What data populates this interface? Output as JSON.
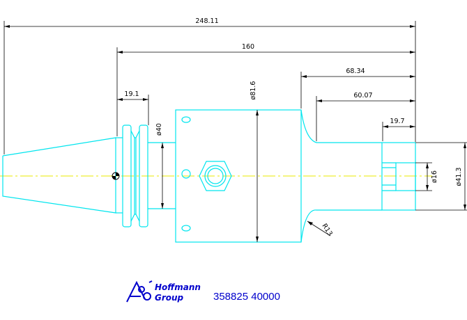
{
  "drawing": {
    "colors": {
      "outline": "#00e5ee",
      "centerline": "#e8e800",
      "dimension": "#000000",
      "brand": "#0000cc"
    },
    "dimensions": {
      "overall_length": "248.11",
      "gauge_length": "160",
      "flange_width": "19.1",
      "neck_diameter": "ø40",
      "body_diameter": "ø81.6",
      "nose_length_a": "68.34",
      "nose_length_b": "60.07",
      "shank_length": "19.7",
      "bore_diameter": "ø16",
      "nose_diameter": "ø41.3",
      "fillet_radius": "R13"
    }
  },
  "footer": {
    "brand_line_1": "Hoffmann",
    "brand_line_2": "Group",
    "part_number": "358825 40000"
  }
}
